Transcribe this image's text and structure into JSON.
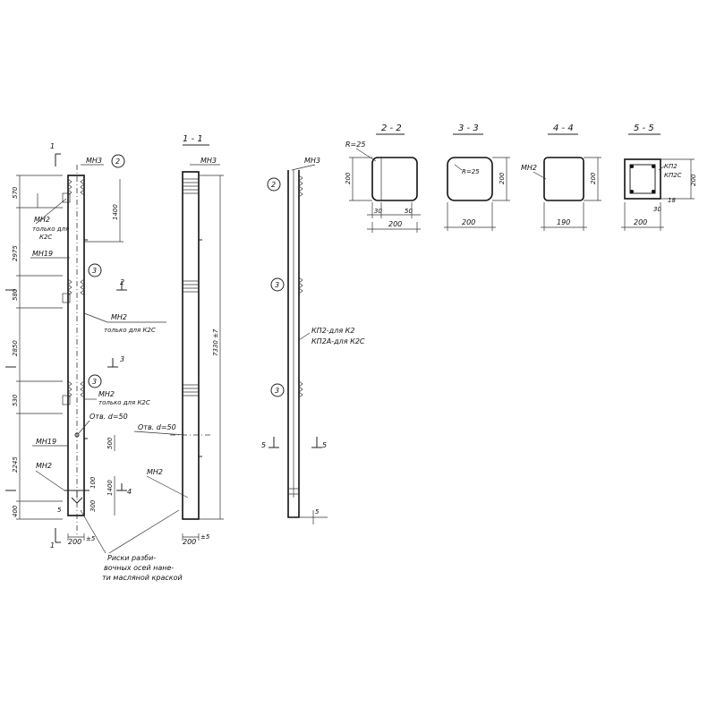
{
  "sections": {
    "s11": "1 - 1",
    "s22": "2 - 2",
    "s33": "3 - 3",
    "s44": "4 - 4",
    "s55": "5 - 5"
  },
  "cut_marks": {
    "one": "1",
    "two": "2",
    "three": "3",
    "four": "4",
    "five": "5"
  },
  "callouts": {
    "mn3": "МН3",
    "mn2_only_k2c_a": "МН2",
    "only_for_k2c_a": "только для",
    "k2c_a": "К2С",
    "mn19_a": "МН19",
    "mn2_b": "МН2",
    "only_for_k2c_b": "только для К2С",
    "mn2_c": "МН2",
    "only_for_k2c_c": "только для К2С",
    "hole_a": "Отв. d=50",
    "mn19_b": "МН19",
    "mn2_d": "МН2",
    "hole_b": "Отв. d=50",
    "mn2_e": "МН2",
    "mn2_f": "МН2",
    "kp2_k2": "КП2-для К2",
    "kp2a_k2c": "КП2А-для К2С",
    "kp2": "КП2",
    "kp2c": "КП2С",
    "note_line1": "Риски разби-",
    "note_line2": "вочных осей нане-",
    "note_line3": "ти масляной краской"
  },
  "dimensions": {
    "d570": "570",
    "d2975": "2975",
    "d580": "580",
    "d2850": "2850",
    "d530": "530",
    "d2245": "2245",
    "d400": "400",
    "d1400a": "1400",
    "d500": "500",
    "d1400b": "1400",
    "d100": "100",
    "d300": "300",
    "d200a": "200",
    "pm5a": "±5",
    "d200b": "200",
    "pm5b": "±5",
    "d7330": "7330 ±7",
    "r25a": "R=25",
    "r25b": "R=25",
    "w200_22": "200",
    "h200_22": "200",
    "c30_22": "30",
    "c50_22": "50",
    "w200_33": "200",
    "h200_33": "200",
    "w190_44": "190",
    "h200_44": "200",
    "w200_55": "200",
    "h200_55": "200",
    "c30_55": "30",
    "c18_55": "18",
    "s_mark": "5",
    "s5": "5"
  },
  "markers": {
    "m2a": "2",
    "m3a": "3",
    "m3b": "3",
    "m2b": "2",
    "m3c": "3",
    "m3d": "3"
  }
}
